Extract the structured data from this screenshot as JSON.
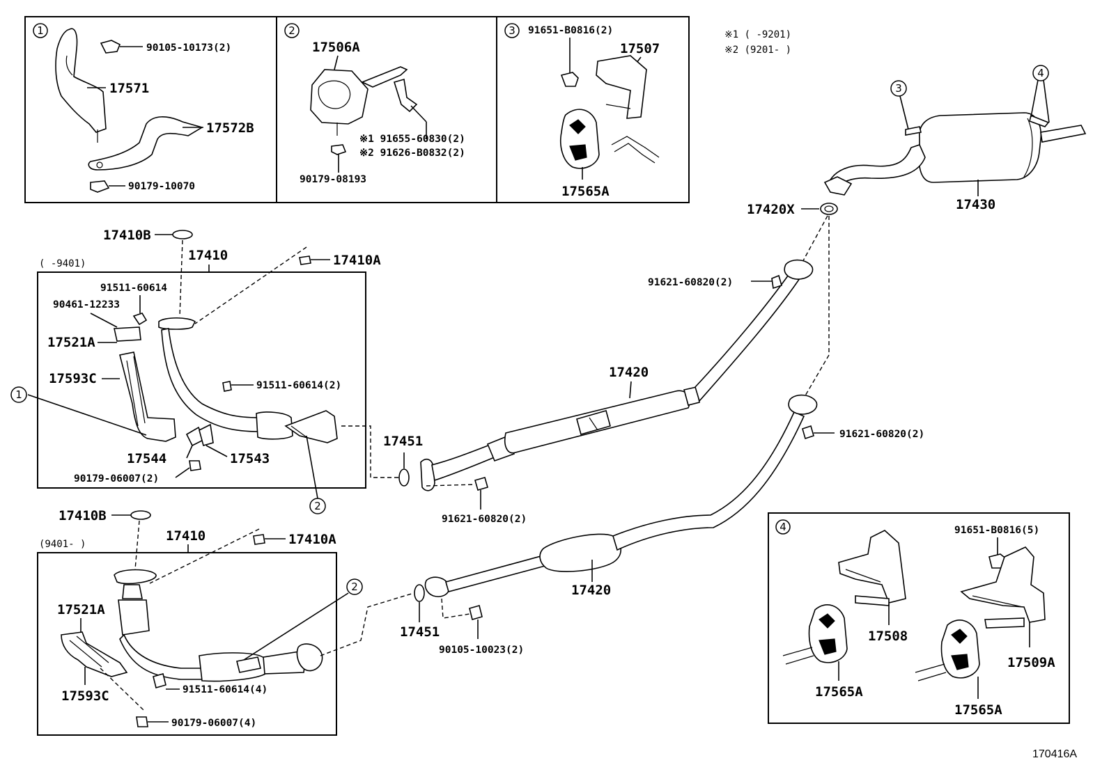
{
  "diagram_id": "170416A",
  "legend": {
    "note1": "※1 (   -9201)",
    "note2": "※2 (9201-   )"
  },
  "insets": {
    "inset1": {
      "number": "1",
      "parts": [
        "90105-10173(2)",
        "17571",
        "17572B",
        "90179-10070"
      ]
    },
    "inset2": {
      "number": "2",
      "parts": [
        "17506A",
        "※1 91655-60830(2)",
        "※2 91626-B0832(2)",
        "90179-08193"
      ]
    },
    "inset3": {
      "number": "3",
      "parts": [
        "91651-B0816(2)",
        "17507",
        "17565A"
      ]
    },
    "inset4": {
      "number": "4",
      "parts": [
        "91651-B0816(5)",
        "17508",
        "17509A",
        "17565A",
        "17565A"
      ]
    }
  },
  "upper_group": {
    "range": "(    -9401)",
    "parts": [
      "17410B",
      "17410",
      "17410A",
      "91511-60614",
      "90461-12233",
      "17521A",
      "17593C",
      "91511-60614(2)",
      "17544",
      "17543",
      "90179-06007(2)"
    ]
  },
  "lower_group": {
    "range": "(9401-    )",
    "parts": [
      "17410B",
      "17410",
      "17410A",
      "17521A",
      "17593C",
      "91511-60614(4)",
      "90179-06007(4)"
    ]
  },
  "main_parts": {
    "p17451_upper": "17451",
    "p17451_lower": "17451",
    "p17420_upper": "17420",
    "p17420_lower": "17420",
    "p17420X": "17420X",
    "p17430": "17430",
    "bolt_a": "91621-60820(2)",
    "bolt_b": "91621-60820(2)",
    "bolt_c": "91621-60820(2)",
    "bolt_d": "90105-10023(2)"
  },
  "callouts": [
    "1",
    "2",
    "2",
    "3",
    "4"
  ]
}
